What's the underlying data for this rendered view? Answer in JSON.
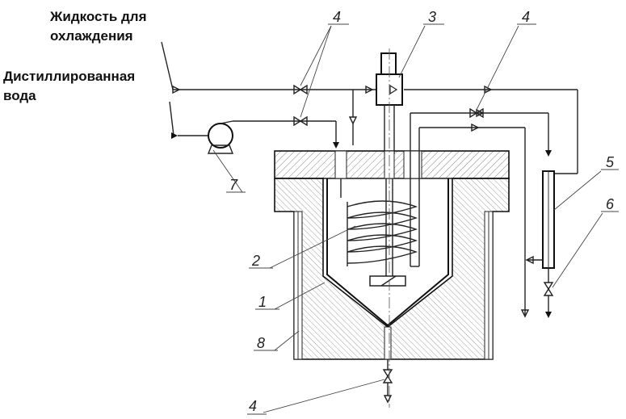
{
  "labels": {
    "cooling_liquid_line1": "Жидкость для",
    "cooling_liquid_line2": "охлаждения",
    "distilled_water_line1": "Дистиллированная",
    "distilled_water_line2": "вода"
  },
  "callouts": {
    "n1": "1",
    "n2": "2",
    "n3": "3",
    "n4_top_left": "4",
    "n4_top_right": "4",
    "n4_bottom": "4",
    "n5": "5",
    "n6": "6",
    "n7": "7",
    "n8": "8"
  },
  "colors": {
    "line": "#222222",
    "hatch": "#555555",
    "background": "#ffffff"
  }
}
